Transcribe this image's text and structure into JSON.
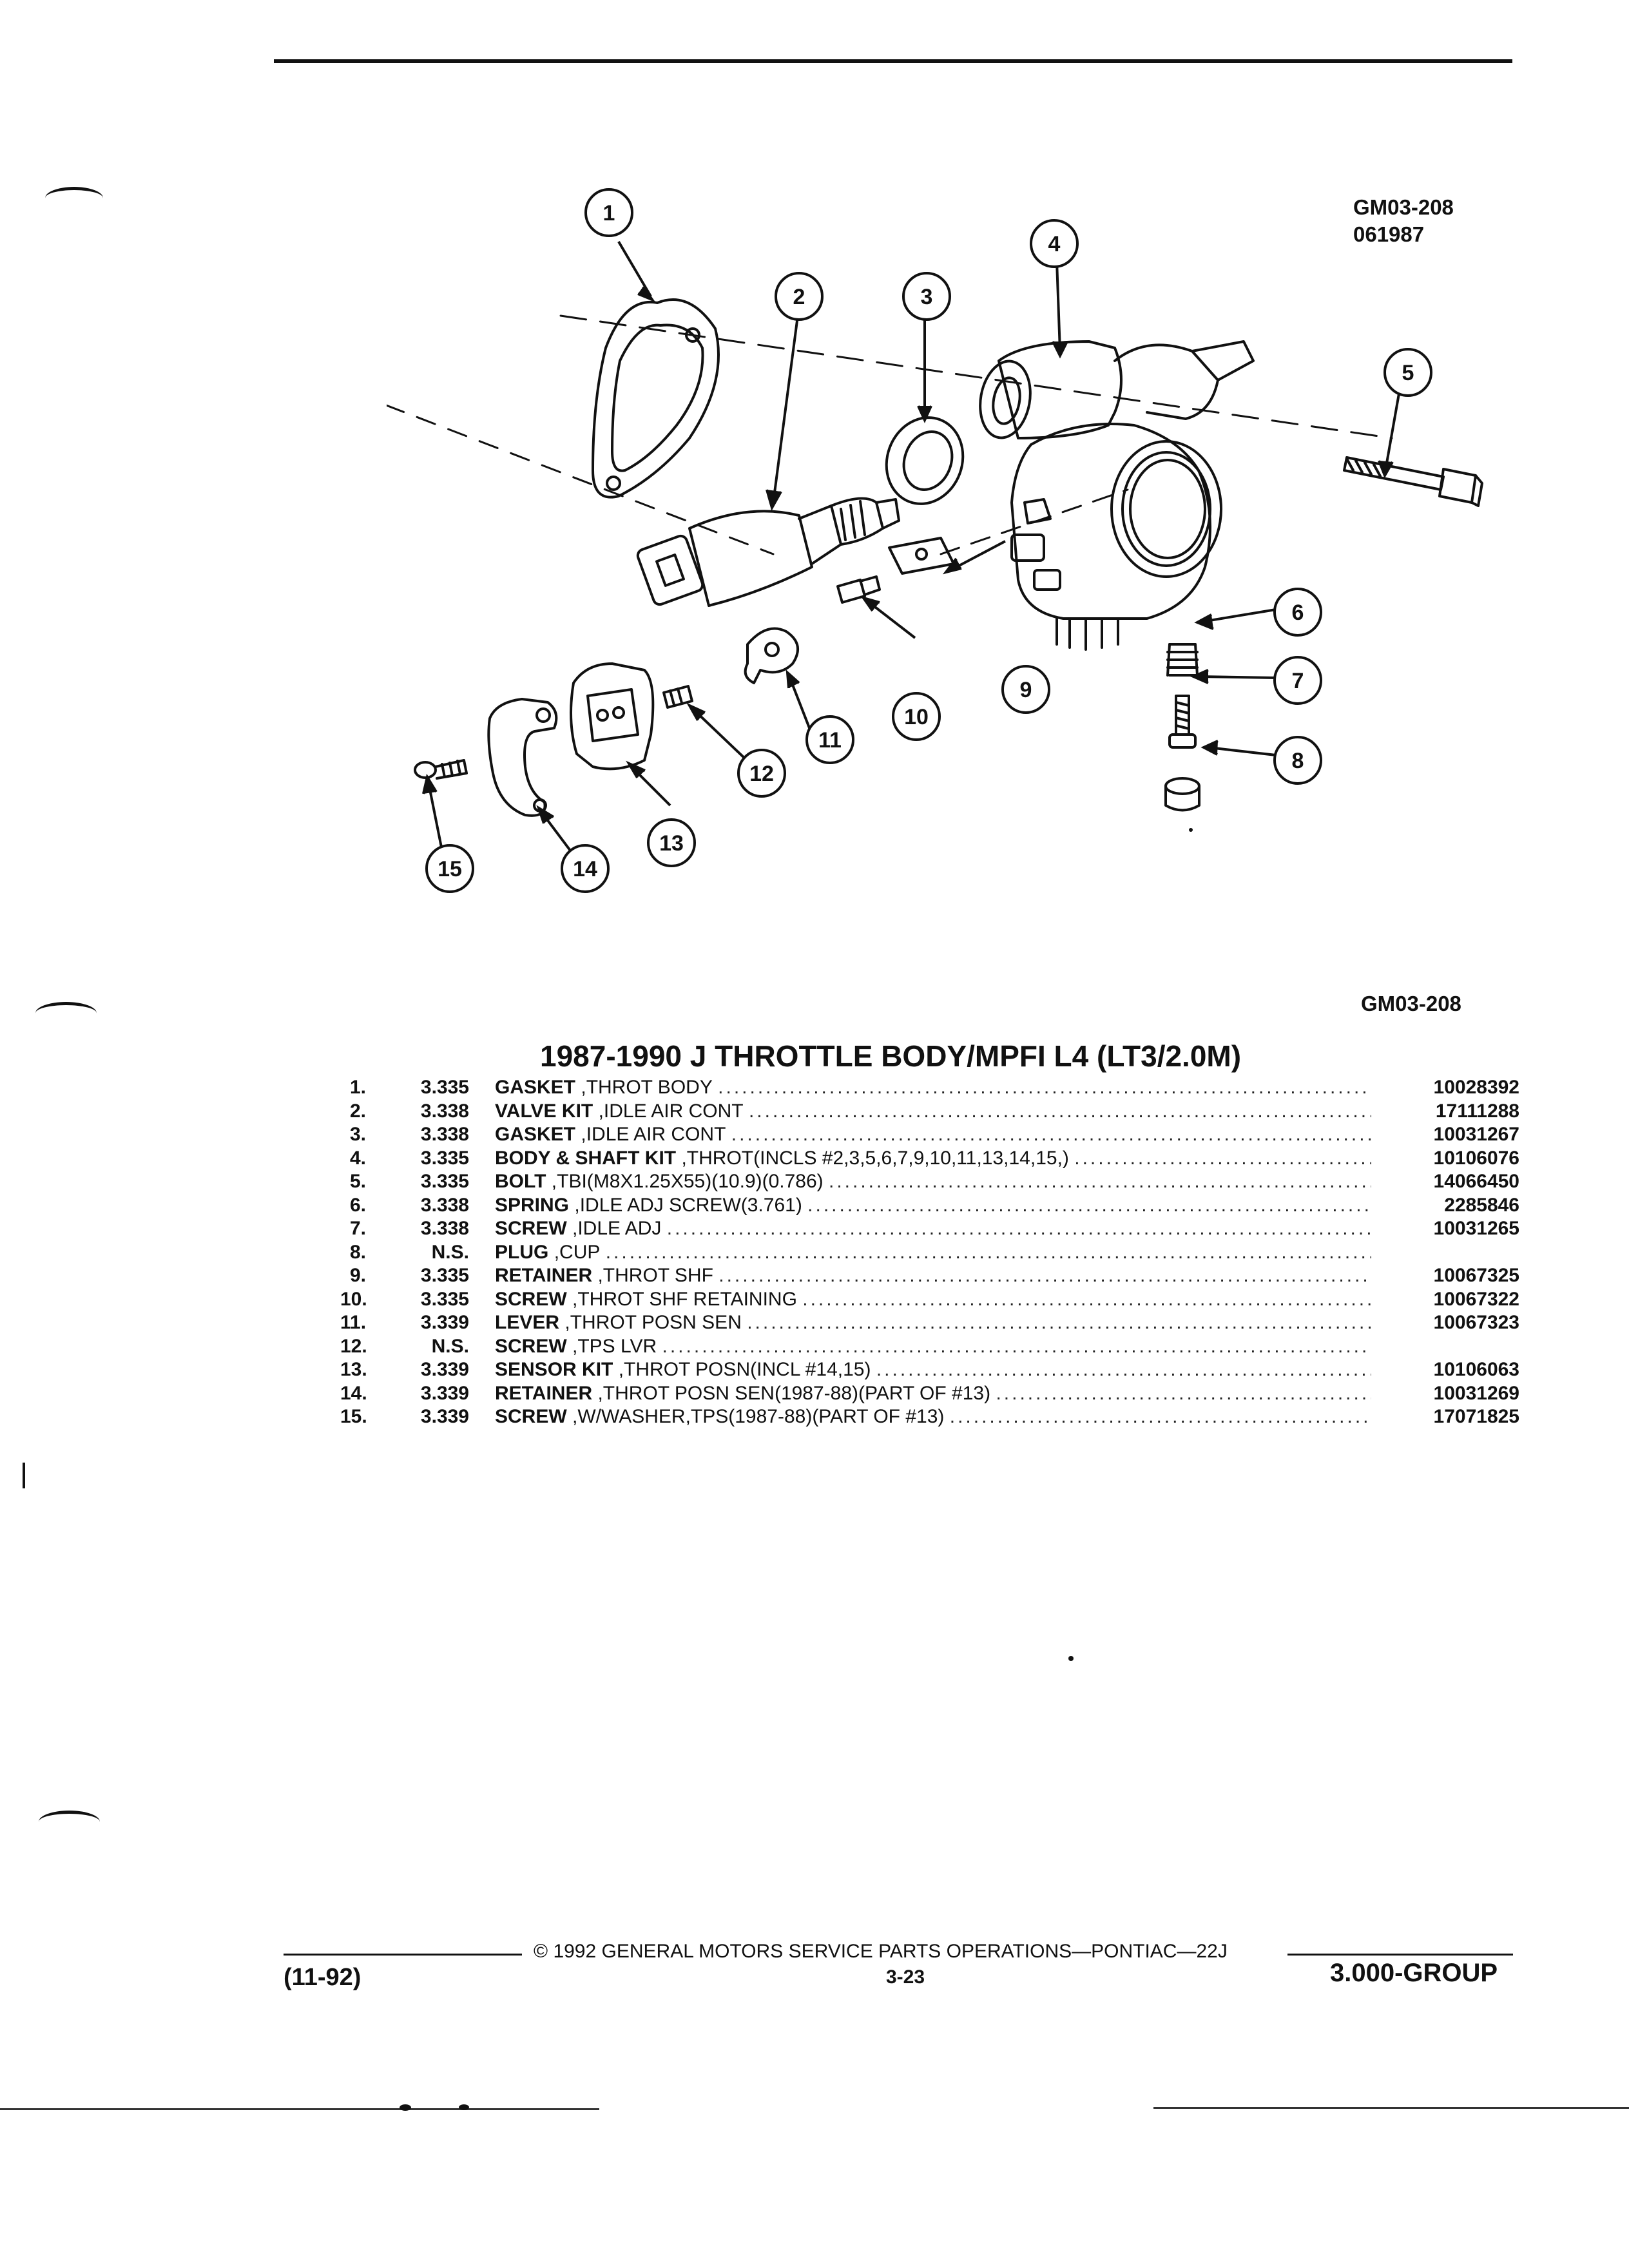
{
  "diagram": {
    "figure_code": "GM03-208",
    "figure_date": "061987",
    "callouts": [
      "1",
      "2",
      "3",
      "4",
      "5",
      "6",
      "7",
      "8",
      "9",
      "10",
      "11",
      "12",
      "13",
      "14",
      "15"
    ]
  },
  "figure_ref": "GM03-208",
  "title": "1987-1990 J THROTTLE BODY/MPFI L4 (LT3/2.0M)",
  "parts": [
    {
      "num": "1.",
      "group": "3.335",
      "name": "GASKET",
      "desc": ",THROT BODY",
      "part_no": "10028392"
    },
    {
      "num": "2.",
      "group": "3.338",
      "name": "VALVE KIT",
      "desc": ",IDLE AIR CONT",
      "part_no": "17111288"
    },
    {
      "num": "3.",
      "group": "3.338",
      "name": "GASKET",
      "desc": ",IDLE AIR CONT",
      "part_no": "10031267"
    },
    {
      "num": "4.",
      "group": "3.335",
      "name": "BODY & SHAFT KIT",
      "desc": ",THROT(INCLS #2,3,5,6,7,9,10,11,13,14,15,)",
      "part_no": "10106076"
    },
    {
      "num": "5.",
      "group": "3.335",
      "name": "BOLT",
      "desc": ",TBI(M8X1.25X55)(10.9)(0.786)",
      "part_no": "14066450"
    },
    {
      "num": "6.",
      "group": "3.338",
      "name": "SPRING",
      "desc": ",IDLE ADJ SCREW(3.761)",
      "part_no": "2285846"
    },
    {
      "num": "7.",
      "group": "3.338",
      "name": "SCREW",
      "desc": ",IDLE ADJ",
      "part_no": "10031265"
    },
    {
      "num": "8.",
      "group": "N.S.",
      "name": "PLUG",
      "desc": ",CUP",
      "part_no": ""
    },
    {
      "num": "9.",
      "group": "3.335",
      "name": "RETAINER",
      "desc": ",THROT SHF",
      "part_no": "10067325"
    },
    {
      "num": "10.",
      "group": "3.335",
      "name": "SCREW",
      "desc": ",THROT SHF RETAINING",
      "part_no": "10067322"
    },
    {
      "num": "11.",
      "group": "3.339",
      "name": "LEVER",
      "desc": ",THROT POSN SEN",
      "part_no": "10067323"
    },
    {
      "num": "12.",
      "group": "N.S.",
      "name": "SCREW",
      "desc": ",TPS LVR",
      "part_no": ""
    },
    {
      "num": "13.",
      "group": "3.339",
      "name": "SENSOR KIT",
      "desc": ",THROT POSN(INCL #14,15)",
      "part_no": "10106063"
    },
    {
      "num": "14.",
      "group": "3.339",
      "name": "RETAINER",
      "desc": ",THROT POSN SEN(1987-88)(PART OF #13)",
      "part_no": "10031269"
    },
    {
      "num": "15.",
      "group": "3.339",
      "name": "SCREW",
      "desc": ",W/WASHER,TPS(1987-88)(PART OF #13)",
      "part_no": "17071825"
    }
  ],
  "footer": {
    "copyright": "© 1992 GENERAL MOTORS SERVICE PARTS OPERATIONS—PONTIAC—22J",
    "date_code": "(11-92)",
    "page_number": "3-23",
    "group": "3.000-GROUP"
  }
}
